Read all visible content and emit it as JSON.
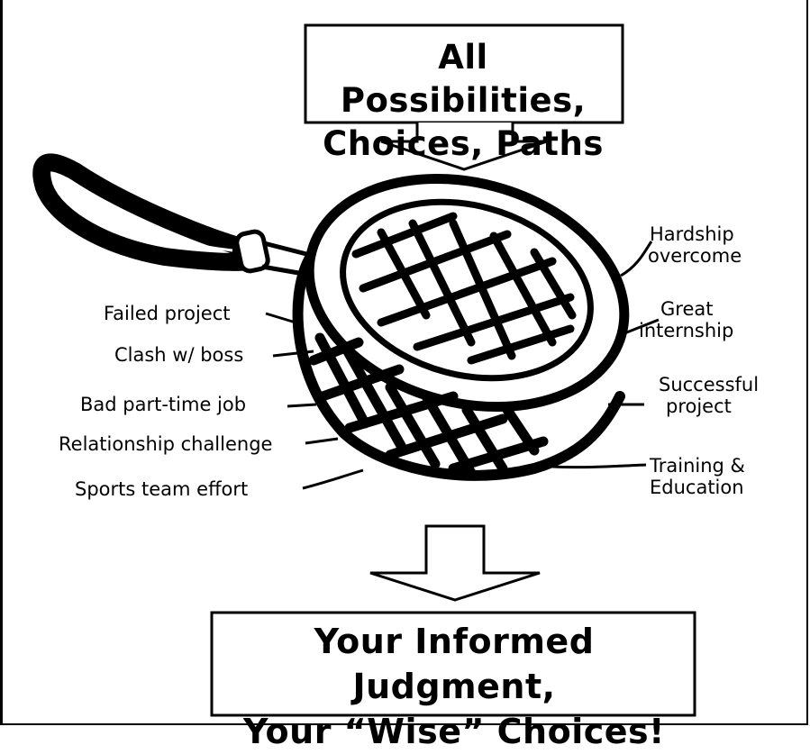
{
  "top_box": {
    "line1": "All Possibilities,",
    "line2": "Choices, Paths"
  },
  "bottom_box": {
    "line1": "Your Informed Judgment,",
    "line2": "Your “Wise” Choices!"
  },
  "left_labels": [
    "Failed project",
    "Clash w/ boss",
    "Bad part-time job",
    "Relationship challenge",
    "Sports team effort"
  ],
  "right_labels": [
    [
      "Hardship",
      "overcome"
    ],
    [
      "Great",
      "internship"
    ],
    [
      "Successful",
      "project"
    ],
    [
      "Training &",
      "Education"
    ]
  ]
}
